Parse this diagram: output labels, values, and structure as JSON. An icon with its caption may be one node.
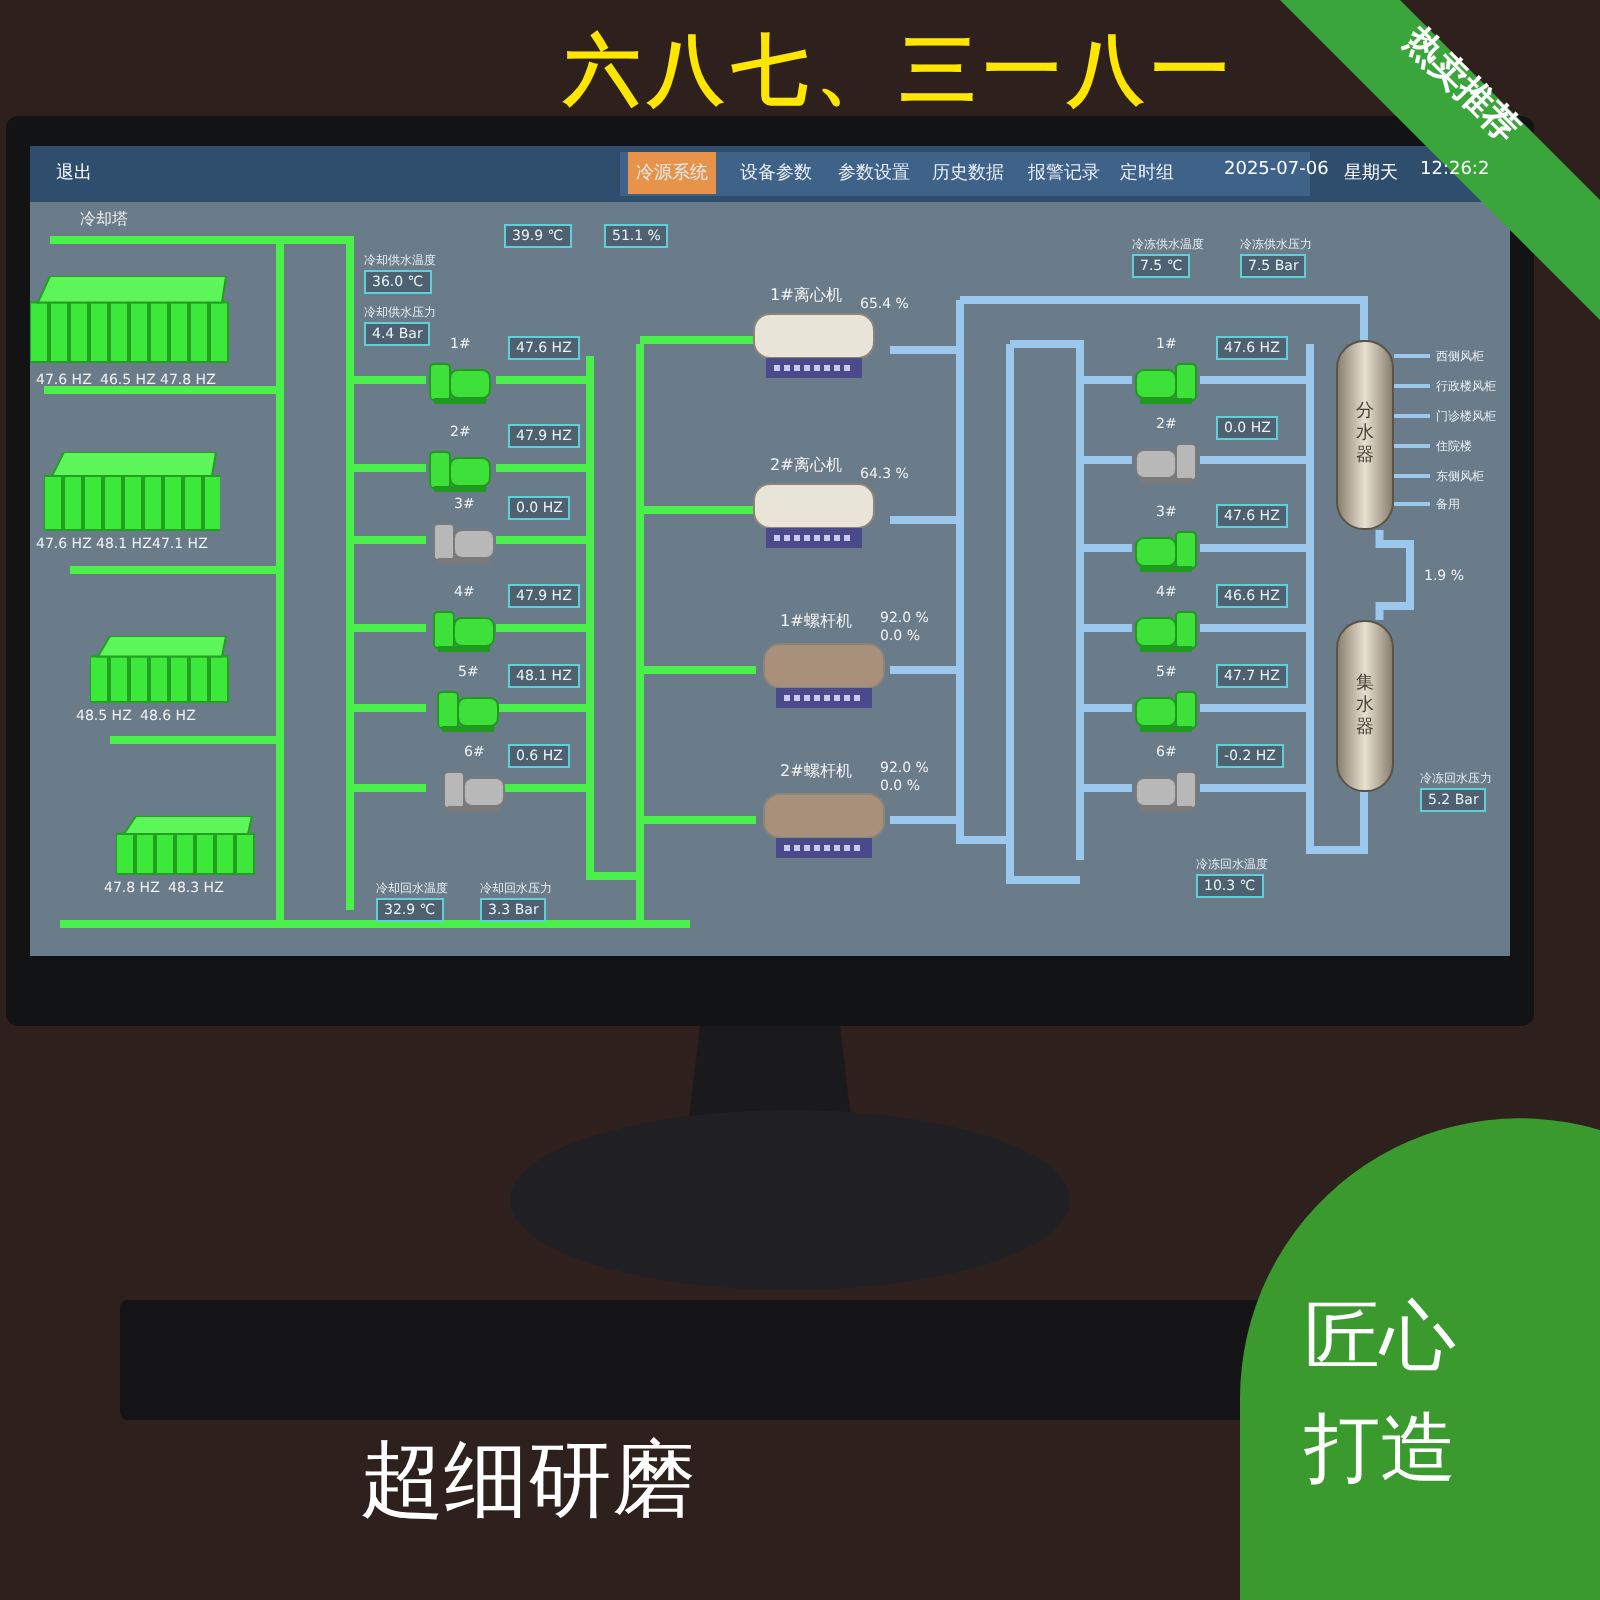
{
  "diagram": {
    "nodes": [
      {
        "text": [],
        "shape": "picture",
        "beside": [
          "47.6 HZ",
          "46.5 HZ",
          "47.8 HZ"
        ]
      },
      {
        "text": [],
        "shape": "picture",
        "beside": [
          "47.6 HZ",
          "48.1 HZ",
          "47.1 HZ"
        ]
      },
      {
        "text": [],
        "shape": "picture",
        "beside": [
          "48.5 HZ",
          "48.6 HZ"
        ]
      },
      {
        "text": [],
        "shape": "picture",
        "beside": [
          "47.8 HZ",
          "48.3 HZ"
        ]
      },
      {
        "text": [
          "1#",
          "47.6 HZ"
        ]
      },
      {
        "text": [
          "2#",
          "47.9 HZ"
        ]
      },
      {
        "text": [
          "3#",
          "0.0 HZ"
        ]
      },
      {
        "text": [
          "4#",
          "47.9 HZ"
        ]
      },
      {
        "text": [
          "5#",
          "48.1 HZ"
        ]
      },
      {
        "text": [
          "6#",
          "0.6 HZ"
        ]
      },
      {
        "text": [
          "1#离心机"
        ],
        "beside": [
          "65.4 %"
        ]
      },
      {
        "text": [
          "2#离心机"
        ],
        "beside": [
          "64.3 %"
        ]
      },
      {
        "text": [
          "1#螺杆机"
        ],
        "beside": [
          "92.0 %",
          "0.0 %"
        ]
      },
      {
        "text": [
          "2#螺杆机"
        ],
        "beside": [
          "92.0 %",
          "0.0 %"
        ]
      },
      {
        "text": [
          "1#",
          "47.6 HZ"
        ]
      },
      {
        "text": [
          "2#",
          "0.0 HZ"
        ]
      },
      {
        "text": [
          "3#",
          "47.6 HZ"
        ]
      },
      {
        "text": [
          "4#",
          "46.6 HZ"
        ]
      },
      {
        "text": [
          "5#",
          "47.7 HZ"
        ]
      },
      {
        "text": [
          "6#",
          "-0.2 HZ"
        ]
      },
      {
        "text": [
          "分水器"
        ]
      },
      {
        "text": [
          "集水器"
        ]
      },
      {
        "text": [
          "39.9 ℃"
        ]
      },
      {
        "text": [
          "51.1 %"
        ]
      },
      {
        "text": [
          "冷却供水温度",
          "36.0 ℃"
        ]
      },
      {
        "text": [
          "冷却供水压力",
          "4.4 Bar"
        ]
      },
      {
        "text": [
          "冷冻供水温度",
          "7.5 ℃"
        ]
      },
      {
        "text": [
          "冷冻供水压力",
          "7.5 Bar"
        ]
      },
      {
        "text": [
          "冷却回水温度",
          "32.9 ℃"
        ]
      },
      {
        "text": [
          "冷却回水压力",
          "3.3 Bar"
        ]
      },
      {
        "text": [
          "冷冻回水温度",
          "10.3 ℃"
        ]
      },
      {
        "text": [
          "冷冻回水压力",
          "5.2 Bar"
        ]
      }
    ],
    "edges": [
      {
        "from": 20,
        "to": 21,
        "arrow": "none"
      }
    ],
    "labels": [
      "六八七、三一八一",
      "热卖推荐",
      "退出",
      "冷源系统",
      "设备参数",
      "参数设置",
      "历史数据",
      "报警记录",
      "定时组",
      "2025-07-06",
      "星期天",
      "12:26:2",
      "冷却塔",
      "1.9 %",
      "西侧风柜",
      "行政楼风柜",
      "门诊楼风柜",
      "住院楼",
      "东侧风柜",
      "备用",
      "匠心打造",
      "超细研磨"
    ]
  }
}
